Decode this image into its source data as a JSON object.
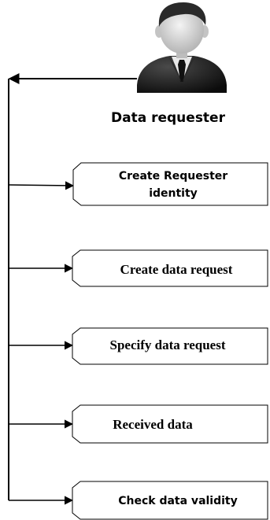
{
  "actor": {
    "label": "Data requester",
    "icon": "businessman-icon"
  },
  "steps": [
    {
      "line1": "Create Requester",
      "line2": "identity"
    },
    {
      "line1": "Create data request"
    },
    {
      "line1": "Specify data request"
    },
    {
      "line1": "Received data"
    },
    {
      "line1": "Check data validity"
    }
  ],
  "colors": {
    "ink": "#000000",
    "suit": "#1e1e1e",
    "skin": "#d8d8d8",
    "hair": "#2a2a2a",
    "tie": "#111111"
  }
}
